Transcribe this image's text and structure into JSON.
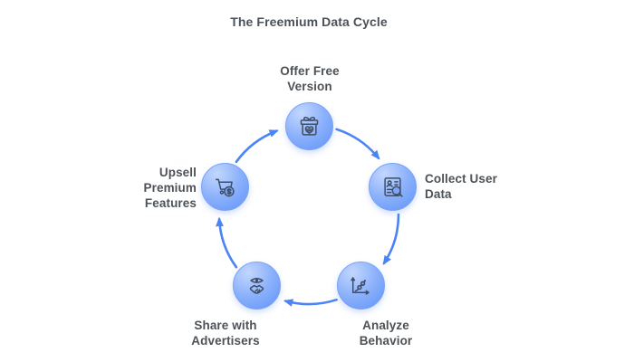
{
  "title": "The Freemium Data Cycle",
  "colors": {
    "background": "#ffffff",
    "title_text": "#4b5158",
    "label_text": "#4d5257",
    "arrow": "#4a84f5",
    "node_gradient_light": "#c2d7fe",
    "node_gradient_mid": "#8db2fb",
    "node_gradient_deep": "#5e92f8",
    "node_border": "#7aa2f9",
    "icon_stroke": "#3f4e66",
    "icon_fill_hole": "#7da6fa"
  },
  "cycle": {
    "nodes": [
      {
        "id": "offer",
        "label_lines": [
          "Offer Free",
          "Version"
        ],
        "icon": "gift-icon"
      },
      {
        "id": "collect",
        "label_lines": [
          "Collect User",
          "Data"
        ],
        "icon": "user-document-search-icon"
      },
      {
        "id": "analyze",
        "label_lines": [
          "Analyze",
          "Behavior"
        ],
        "icon": "growth-chart-icon"
      },
      {
        "id": "share",
        "label_lines": [
          "Share with",
          "Advertisers"
        ],
        "icon": "eye-handshake-icon"
      },
      {
        "id": "upsell",
        "label_lines": [
          "Upsell",
          "Premium",
          "Features"
        ],
        "icon": "cart-dollar-icon"
      }
    ],
    "flow_order": [
      "offer",
      "collect",
      "analyze",
      "share",
      "upsell",
      "offer"
    ]
  }
}
